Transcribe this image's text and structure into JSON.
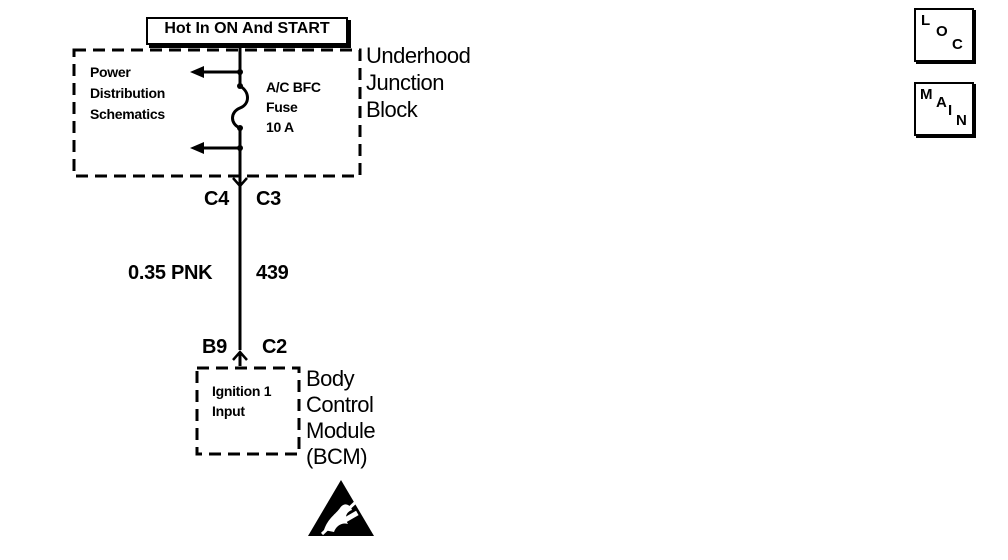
{
  "supply": {
    "label": "Hot In ON And START"
  },
  "fuse_block": {
    "name_lines": [
      "Underhood",
      "Junction",
      "Block"
    ],
    "ref_lines": [
      "Power",
      "Distribution",
      "Schematics"
    ],
    "fuse_lines": [
      "A/C BFC",
      "Fuse",
      "10 A"
    ]
  },
  "connectors": {
    "top_left": "C4",
    "top_right": "C3",
    "bottom_left": "B9",
    "bottom_right": "C2"
  },
  "wire": {
    "gauge_color": "0.35 PNK",
    "circuit": "439"
  },
  "module": {
    "name_lines": [
      "Body",
      "Control",
      "Module",
      "(BCM)"
    ],
    "input_lines": [
      "Ignition 1",
      "Input"
    ]
  },
  "nav": {
    "loc": {
      "letters": [
        "L",
        "O",
        "C"
      ]
    },
    "main": {
      "letters": [
        "M",
        "A",
        "I",
        "N"
      ]
    }
  },
  "esd_icon": "esd-warning-icon"
}
